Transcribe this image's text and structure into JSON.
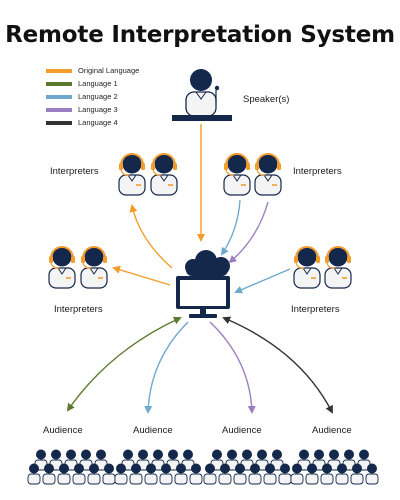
{
  "title": "Remote Interpretation System",
  "legend": [
    {
      "label": "Original Language",
      "color": "#F39C2B"
    },
    {
      "label": "Language 1",
      "color": "#5C7A2E"
    },
    {
      "label": "Language 2",
      "color": "#6FA8CF"
    },
    {
      "label": "Language 3",
      "color": "#9B7EC1"
    },
    {
      "label": "Language 4",
      "color": "#333333"
    }
  ],
  "labels": {
    "speaker": "Speaker(s)",
    "interpreters": "Interpreters",
    "audience": "Audience"
  },
  "icons": {
    "speaker": "speaker-podium-icon",
    "interpreter": "interpreter-headset-icon",
    "cloud": "cloud-icon",
    "monitor": "monitor-icon",
    "audience": "audience-group-icon"
  },
  "colors": {
    "navy": "#14284B",
    "skin": "#F4F4F4",
    "headset": "#F39C2B"
  }
}
